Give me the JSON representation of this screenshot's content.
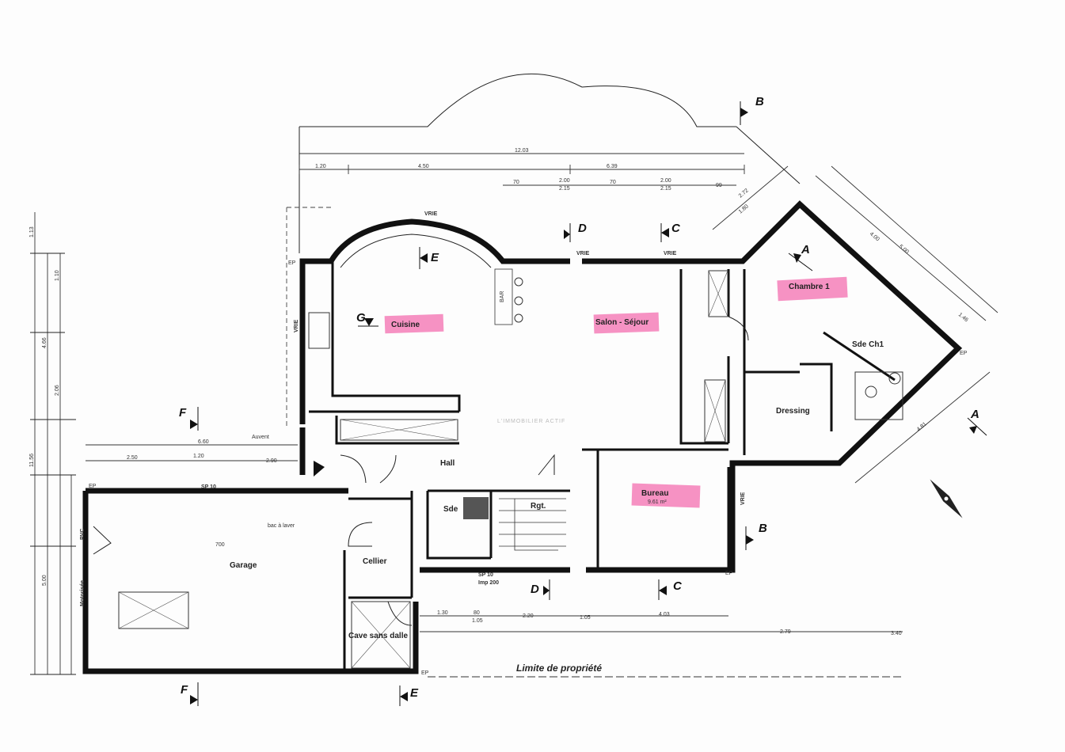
{
  "rooms": {
    "cuisine": "Cuisine",
    "salon": "Salon - Séjour",
    "chambre1": "Chambre 1",
    "sde_ch1": "Sde Ch1",
    "dressing": "Dressing",
    "hall": "Hall",
    "sde": "Sde",
    "rgt": "Rgt.",
    "bureau": "Bureau",
    "bureau_area": "9.61 m²",
    "garage": "Garage",
    "cellier": "Cellier",
    "cave": "Cave sans dalle"
  },
  "labels": {
    "limite": "Limite de propriété",
    "bac": "bac à laver",
    "auvent": "Auvent",
    "bar": "BAR",
    "watermark": "L'IMMOBILIER ACTIF",
    "pvc": "PVC",
    "motorisee": "Motorisée",
    "imp200": "Imp 200",
    "sp10": "SP 10",
    "vrie": "VRIE",
    "ep": "EP",
    "garage_dim": "700"
  },
  "sections": {
    "A": "A",
    "B": "B",
    "C": "C",
    "D": "D",
    "E": "E",
    "F": "F",
    "G": "G"
  },
  "dimensions": {
    "top_total": "12.03",
    "top_a": "1.20",
    "top_b": "4.50",
    "top_c": "6.39",
    "mid_a": "70",
    "mid_b": "2.00",
    "mid_c": "2.15",
    "mid_d": "70",
    "mid_e": "2.00",
    "mid_f": "2.15",
    "mid_g": "99",
    "left_a": "6.60",
    "left_b": "1.20",
    "left_c": "2.50",
    "left_d": "2.90",
    "bottom_a": "1.30",
    "bottom_b": "80",
    "bottom_c": "2.20",
    "bottom_d": "1.05",
    "bottom_e": "1.05",
    "bottom_f": "4.03",
    "bottom_g": "2.79",
    "bottom_h": "3.40",
    "right_a": "4.00",
    "right_b": "5.00",
    "right_c": "4.81",
    "right_d": "1.46",
    "diag_a": "2.72",
    "diag_b": "1.80",
    "v_left_total": "11.56",
    "v_left_a": "4.66",
    "v_left_b": "2.06",
    "v_left_c": "5.00",
    "v_left_d": "1.13",
    "v_left_e": "1.10"
  },
  "colors": {
    "highlight": "#f47fb8",
    "wall": "#111111",
    "paper": "#fdfdfd"
  }
}
